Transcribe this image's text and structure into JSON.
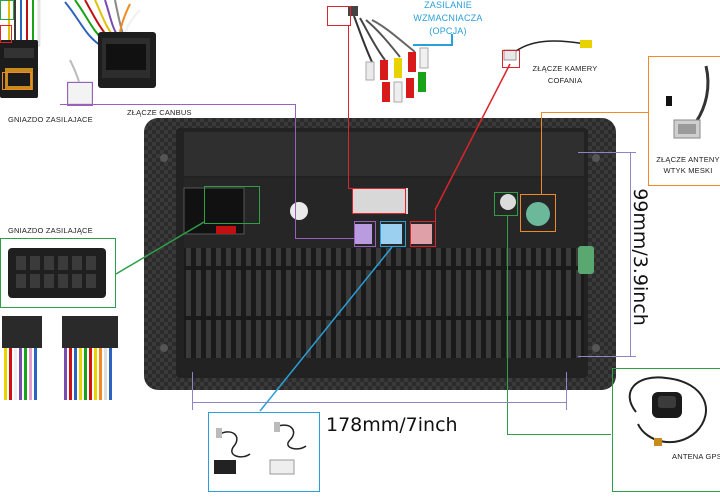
{
  "labels": {
    "power_socket_top": "GNIAZDO ZASILAJACE",
    "canbus": "ZŁĄCZE CANBUS",
    "amp_line1": "ZASILANIE",
    "amp_line2": "WZMACNIACZA",
    "amp_line3": "(OPCJA)",
    "camera_line1": "ZŁĄCZE KAMERY",
    "camera_line2": "COFANIA",
    "antenna_line1": "ZŁĄCZE ANTENY",
    "antenna_line2": "WTYK MESKI",
    "power_socket_left": "GNIAZDO ZASILAJĄCE",
    "gps": "ANTENA GPS"
  },
  "dimensions": {
    "height": "99mm/3.9inch",
    "width": "178mm/7inch"
  },
  "colors": {
    "red": "#d9252b",
    "green": "#2f9e48",
    "purple": "#9b5fc0",
    "blue": "#2a9fd8",
    "orange": "#f08a24",
    "amp_text": "#2a9fd8",
    "dim_line": "#8c86c8"
  }
}
